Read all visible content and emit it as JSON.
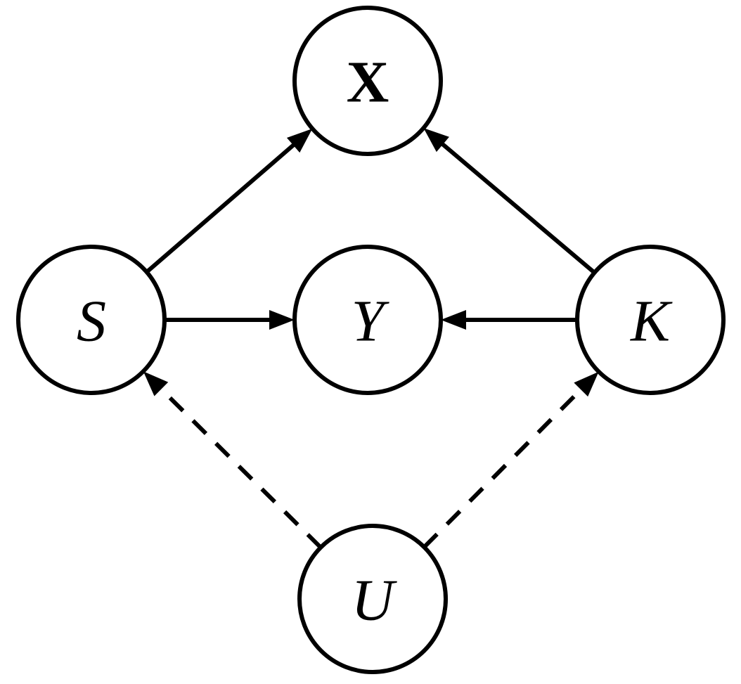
{
  "diagram": {
    "nodes": [
      {
        "id": "X",
        "label": "X",
        "style": "bold"
      },
      {
        "id": "S",
        "label": "S",
        "style": "italic"
      },
      {
        "id": "Y",
        "label": "Y",
        "style": "italic"
      },
      {
        "id": "K",
        "label": "K",
        "style": "italic"
      },
      {
        "id": "U",
        "label": "U",
        "style": "italic"
      }
    ],
    "edges": [
      {
        "from": "S",
        "to": "X",
        "line": "solid"
      },
      {
        "from": "K",
        "to": "X",
        "line": "solid"
      },
      {
        "from": "S",
        "to": "Y",
        "line": "solid"
      },
      {
        "from": "K",
        "to": "Y",
        "line": "solid"
      },
      {
        "from": "U",
        "to": "S",
        "line": "dashed"
      },
      {
        "from": "U",
        "to": "K",
        "line": "dashed"
      }
    ],
    "colors": {
      "stroke": "#000000",
      "node_fill": "#ffffff",
      "background": "#ffffff"
    }
  }
}
